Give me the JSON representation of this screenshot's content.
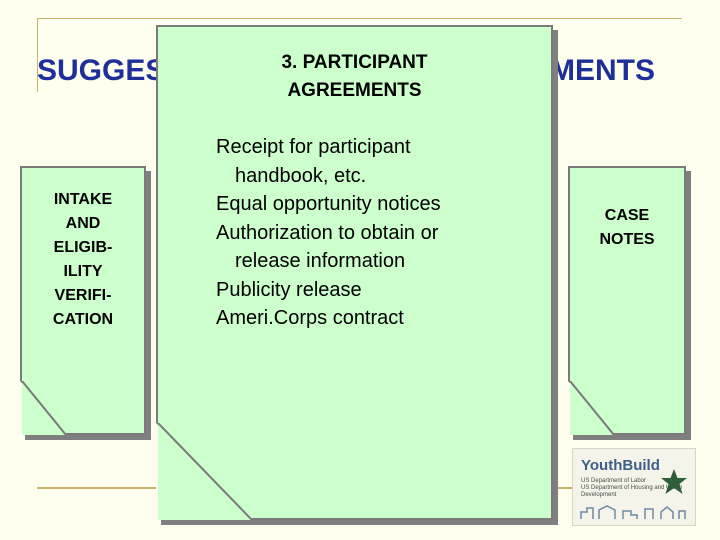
{
  "slide": {
    "title_left": "SUGGES",
    "title_right": "MENTS"
  },
  "cards": {
    "left": {
      "text": "INTAKE\nAND\nELIGIB-\nILITY\nVERIFI-\nCATION"
    },
    "right": {
      "text": "CASE\nNOTES"
    },
    "main": {
      "title": "3. PARTICIPANT\nAGREEMENTS",
      "items": [
        "Receipt for participant",
        "handbook, etc.",
        "Equal opportunity notices",
        "Authorization to obtain or",
        "release information",
        "Publicity release",
        "Ameri.Corps contract"
      ]
    }
  },
  "logo": {
    "brand": "YouthBuild",
    "sub": "US Department of Labor\nUS Department of Housing and Urban Development"
  },
  "colors": {
    "card_fill": "#ccffcc",
    "title": "#1f2f9a",
    "frame": "#c9b26a",
    "background": "#fffff0"
  }
}
